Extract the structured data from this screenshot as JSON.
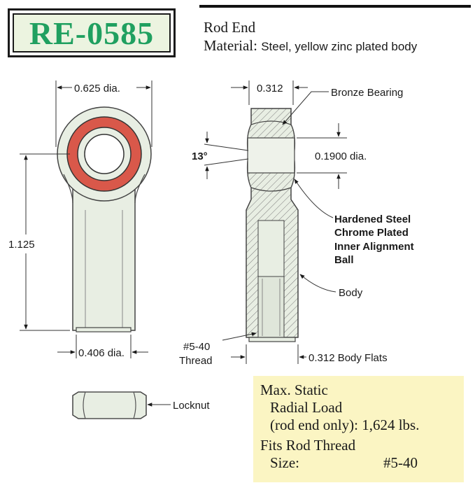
{
  "part_number": "RE-0585",
  "title": "Rod End",
  "material_label": "Material:",
  "material_value": "Steel, yellow zinc plated body",
  "dims": {
    "head_dia": "0.625 dia.",
    "overall_length": "1.125",
    "shank_dia": "0.406 dia.",
    "width": "0.312",
    "bore_dia": "0.1900 dia.",
    "angle": "13°",
    "body_flats": "0.312 Body Flats"
  },
  "callouts": {
    "bronze_bearing": "Bronze Bearing",
    "ball_line1": "Hardened Steel",
    "ball_line2": "Chrome Plated",
    "ball_line3": "Inner Alignment",
    "ball_line4": "Ball",
    "body": "Body",
    "thread_line1": "#5-40",
    "thread_line2": "Thread",
    "locknut": "Locknut"
  },
  "spec": {
    "load_line1": "Max. Static",
    "load_line2": "Radial Load",
    "load_line3": "(rod end only): 1,624 lbs.",
    "fits_line1": "Fits Rod Thread",
    "size_label": "Size:",
    "size_value": "#5-40"
  },
  "colors": {
    "part_number": "#20a060",
    "badge_bg": "#ecf4e0",
    "bearing_ring": "#d9584a",
    "body_fill": "#e8eee3",
    "spec_bg": "#fbf5c3"
  }
}
